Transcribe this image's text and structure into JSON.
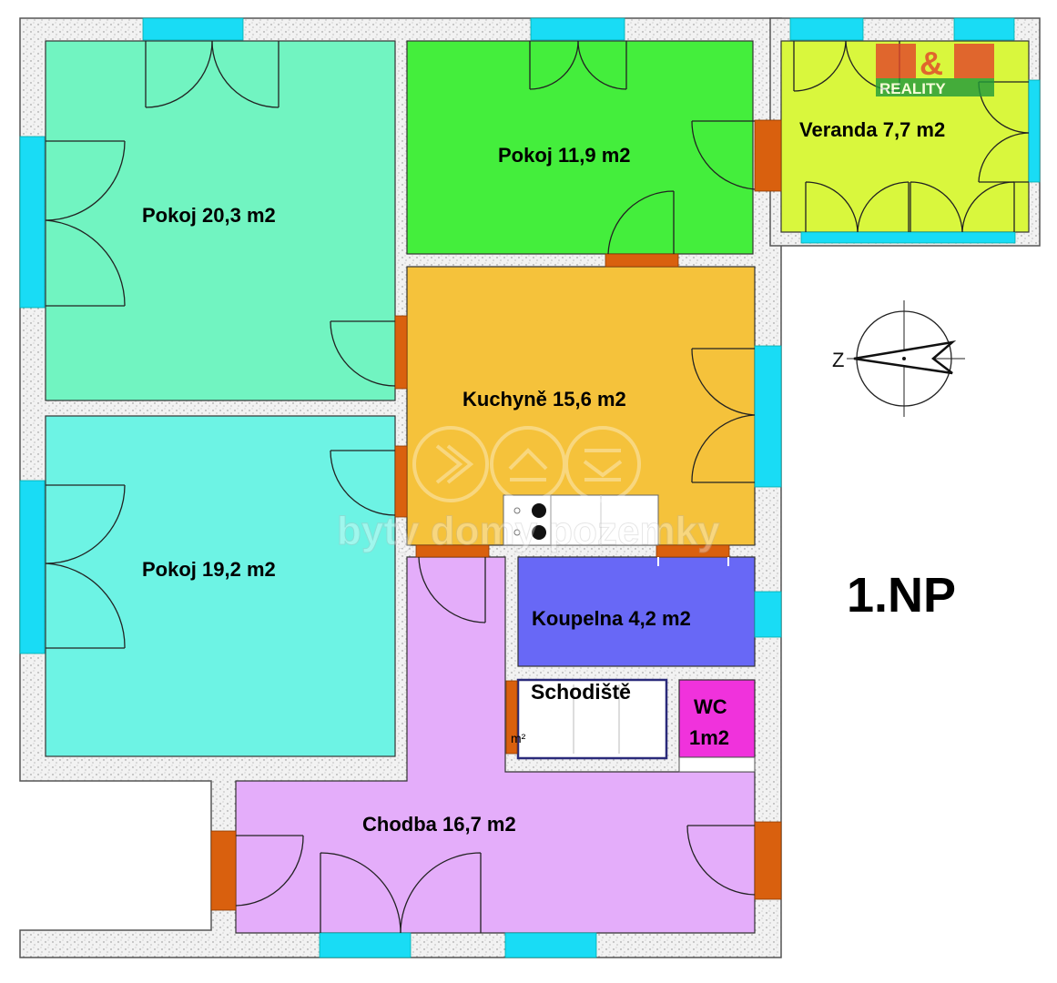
{
  "rooms": {
    "pokoj_20": {
      "label": "Pokoj 20,3 m2",
      "color": "#71f4c1"
    },
    "pokoj_12": {
      "label": "Pokoj 11,9 m2",
      "color": "#44ee3c"
    },
    "veranda": {
      "label": "Veranda 7,7 m2",
      "color": "#d9f73d"
    },
    "kuchyne": {
      "label": "Kuchyně 15,6 m2",
      "color": "#f5c23b"
    },
    "pokoj_19": {
      "label": "Pokoj 19,2 m2",
      "color": "#6df3e4"
    },
    "koupelna": {
      "label": "Koupelna 4,2 m2",
      "color": "#6868f6"
    },
    "schodiste": {
      "label": "Schodiště",
      "color": "#ffffff"
    },
    "wc_line1": "WC",
    "wc_line2": "1m2",
    "wc_color": "#f032dc",
    "chodba": {
      "label": "Chodba 16,7 m2",
      "color": "#e4adfa"
    }
  },
  "stair_unit": "m²",
  "floor_label": "1.NP",
  "compass_letter": "Z",
  "logo": {
    "text_top": "&",
    "text_bottom": "REALITY"
  },
  "watermark": "byty domy pozemky",
  "colors": {
    "window": "#19dcf5",
    "opening": "#d9600e",
    "logo_red": "#e2432a",
    "logo_green": "#1f9a3a"
  }
}
